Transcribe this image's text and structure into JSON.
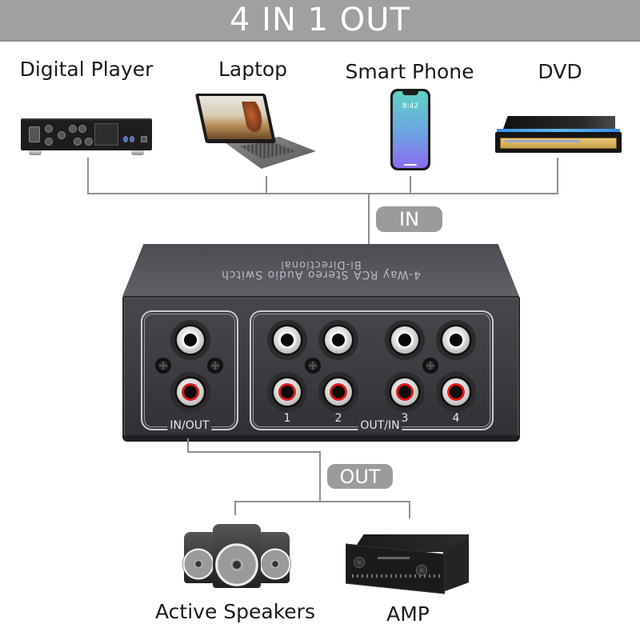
{
  "banner": {
    "title": "4 IN 1 OUT",
    "background": "#a0a0a0"
  },
  "sources": [
    {
      "label": "Digital Player",
      "icon": "digital-player-icon"
    },
    {
      "label": "Laptop",
      "icon": "laptop-icon"
    },
    {
      "label": "Smart Phone",
      "icon": "smartphone-icon",
      "screen_time": "8:42"
    },
    {
      "label": "DVD",
      "icon": "dvd-player-icon"
    }
  ],
  "badges": {
    "in": "IN",
    "out": "OUT",
    "color": "#9b9b9b"
  },
  "switch": {
    "top_text_line1": "4-Way RCA Stereo Audio Switch",
    "top_text_line2": "Bi-Directional",
    "left_group_label": "IN/OUT",
    "right_group_label": "OUT/IN",
    "port_numbers": [
      "1",
      "2",
      "3",
      "4"
    ],
    "body_color": "#3a3c42",
    "jack_colors": {
      "left": "#f4f4f4",
      "right": "#e01818"
    }
  },
  "outputs": [
    {
      "label": "Active Speakers",
      "icon": "speakers-icon"
    },
    {
      "label": "AMP",
      "icon": "amplifier-icon"
    }
  ],
  "line_color": "#8f8f8f"
}
